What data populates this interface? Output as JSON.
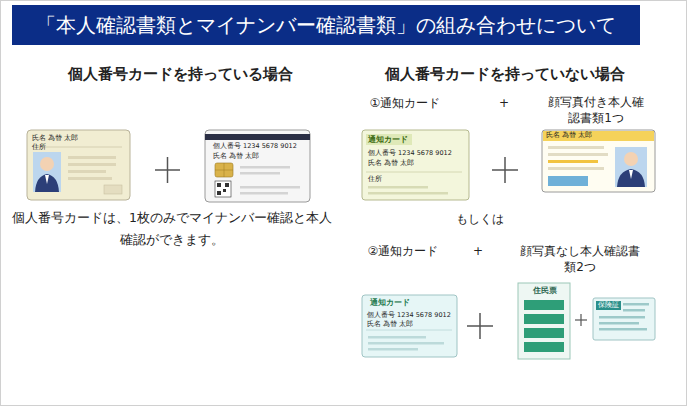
{
  "diagram": {
    "title": "「本人確認書類とマイナンバー確認書類」の組み合わせについて",
    "nodes": [
      {
        "text": [
          "氏名 為替 太郎",
          "住所"
        ]
      },
      {
        "text": [
          "個人番号 1234 5678 9012",
          "氏名 為替 太郎"
        ]
      },
      {
        "text": [
          "通知カード",
          "個人番号 1234 5678 9012",
          "氏名 為替 太郎",
          "住所"
        ]
      },
      {
        "text": [
          "氏名 為替 太郎"
        ]
      },
      {
        "text": [
          "通知カード",
          "個人番号 1234 5678 9012",
          "氏名 為替 太郎"
        ]
      },
      {
        "text": [
          "住民票"
        ]
      },
      {
        "text": [
          "保険証"
        ]
      }
    ],
    "labels": [
      "個人番号カードを持っている場合",
      "個人番号カードは、1枚のみでマイナンバー確認と本人確認ができます。",
      "個人番号カードを持っていない場合",
      "①通知カード",
      "+",
      "顔写真付き本人確認書類1つ",
      "もしくは",
      "②通知カード",
      "+",
      "顔写真なし本人確認書類2つ"
    ]
  }
}
